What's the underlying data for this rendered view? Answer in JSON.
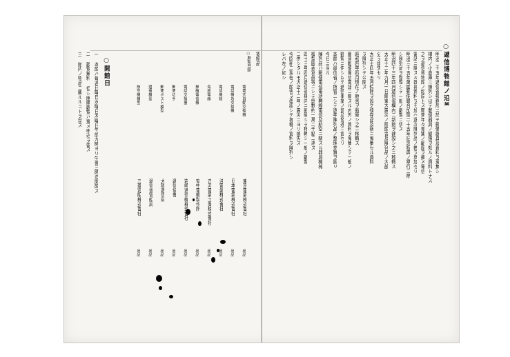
{
  "page": {
    "right_page": {
      "heading": "○遞信博物館ノ沿革",
      "body": [
        "明治二十五年遞信省郵務局ニ於テ郵便器具及資料ヲ蒐集シ",
        "構内ノ小倉庫ニ陳列シ以テ郵便器具ノ變遷ヲ知ルノ資料トナス",
        "之ヲ遞信博物館ノ起原トス爾來年々蒐集ノ範圍ヲ擴メ電信",
        "電話ニ關スル器具資料ヲモ加ヘ逐次陳列品ノ數ヲ増加セリ",
        "明治三十五年萬國郵便聯合加盟二十五年記念祝典ノ擧行ニ際",
        "シ陳列品ヲ整理シテ一般ノ觀覧ニ供ス",
        "明治四十三年四月遞信省構内ニ新館ヲ建設シ之ニ移轉ス",
        "大正十二年九月一日關東大震災ノ際館舎及陳列品ノ大部",
        "分ヲ燒失セリ",
        "大正十四年五月假館ヲ設ケ殘存品及新ニ蒐集セル資料",
        "ヲ陳列シテ公開ス",
        "昭和四年四月現在ノ館舎ヲ新築シ之ニ移轉ス",
        "爾來郵便電信電話ニ關スル内外ノ資料ヲ蒐集シテ一般ノ",
        "觀覧ニ供シ以テ遞信事業ノ普及發達ニ資セリ",
        "本館ハ遞信省ノ所管ニシテ逐年陳列品ノ整理充實ヲ圖リ",
        "今日ニ至ル",
        "陳列品ハ郵便電信電話無線電信及航空ニ關スル器具機械",
        "模型圖表寫眞等ニシテ總數約一萬二千點ニ達ス",
        "四十三年四月遞信省構内ニ新築シテ移轉シ一般ノ觀覧",
        "ニ供シタルモ大正十二年ノ震災ニヨリ燒失ス",
        "今回新ニ現在ノ館舎ヲ建設シテ各種ノ資料ヲ陳列シ",
        "レバ左ノ如シ"
      ]
    },
    "left_page": {
      "donor_heading": "寄贈品",
      "donors": [
        {
          "category": "○展覧目録",
          "item": "電氣式自動交換機",
          "donor": "東京電氣株式會社",
          "note": "出品"
        },
        {
          "category": "",
          "item": "電話機及交換機",
          "donor": "日本電氣株式會社",
          "note": "出品"
        },
        {
          "category": "",
          "item": "電信機械",
          "donor": "沖電氣株式會社",
          "note": "出品"
        },
        {
          "category": "",
          "item": "海底電線",
          "donor": "古河電氣工業株式會社",
          "note": "出品"
        },
        {
          "category": "",
          "item": "無線電信機",
          "donor": "安中電機製作所",
          "note": "出品"
        },
        {
          "category": "",
          "item": "電話交換臺",
          "donor": "岩崎通信機株式會社",
          "note": "出品"
        },
        {
          "category": "",
          "item": "郵便切手",
          "donor": "遞信協會",
          "note": "出品"
        },
        {
          "category": "",
          "item": "郵便ポスト模型",
          "donor": "大阪遞信局",
          "note": "出品"
        },
        {
          "category": "",
          "item": "燈臺模型",
          "donor": "遞信省管船局",
          "note": "出品"
        },
        {
          "category": "",
          "item": "航空機模型",
          "donor": "三菱造船株式會社",
          "note": "出品"
        }
      ],
      "notice_heading": "○開館日",
      "notices": [
        "一 本館ハ毎週日曜日水曜日木曜日午前九時ヨリ午後三時迄開館ス",
        "二 觀覧無料 但シ團體觀覧ハ豫メ申込ヲ要ス",
        "三 館内ノ物品ニ觸ルルコトヲ禁ズ"
      ]
    }
  }
}
